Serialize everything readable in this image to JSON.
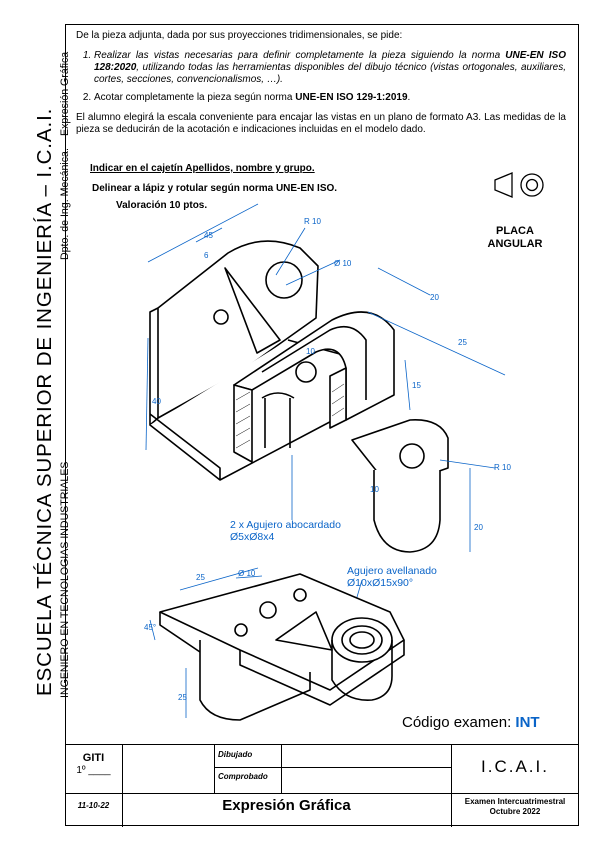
{
  "side": {
    "school": "ESCUELA TÉCNICA SUPERIOR DE INGENIERÍA – I.C.A.I.",
    "degree": "INGENIERO EN TECNOLOGIAS INDUSTRIALES",
    "department": "Dpto. de Ing. Mecánica.",
    "area": "Expresión Gráfica"
  },
  "statement": {
    "intro": "De la pieza adjunta, dada por sus proyecciones tridimensionales, se pide:",
    "task1_a": "Realizar las vistas necesarias para definir completamente la pieza siguiendo la norma ",
    "task1_norm": "UNE-EN ISO 128:2020",
    "task1_b": ", utilizando todas las herramientas disponibles del dibujo técnico (vistas ortogonales, auxiliares, cortes, secciones, convencionalismos, …).",
    "task2_a": "Acotar completamente la pieza según norma ",
    "task2_norm": "UNE-EN ISO 129-1:2019",
    "task2_b": ".",
    "note": "El alumno elegirá la escala conveniente para encajar las vistas en un plano de formato A3. Las medidas de la pieza se deducirán de la acotación e indicaciones incluidas en el modelo dado."
  },
  "instructions": {
    "line1": "Indicar en el cajetín Apellidos, nombre y grupo.",
    "line2": "Delinear a lápiz y rotular según norma UNE-EN ISO.",
    "line3": "Valoración 10 ptos."
  },
  "part_name_line1": "PLACA",
  "part_name_line2": "ANGULAR",
  "dims": {
    "d45": "45",
    "d6": "6",
    "r10_top": "R 10",
    "phi10_top": "Ø 10",
    "d20_top": "20",
    "d25_right": "25",
    "d10_mid": "10",
    "d40": "40",
    "d15": "15",
    "r10_right": "R 10",
    "d10_low": "10",
    "d20_low": "20",
    "d25_bottom": "25",
    "phi10_bottom": "Ø 10",
    "d45deg": "45°",
    "d25_left": "25"
  },
  "annotations": {
    "counterbore_l1": "2 x Agujero abocardado",
    "counterbore_l2": "Ø5xØ8x4",
    "countersink_l1": "Agujero avellanado",
    "countersink_l2": "Ø10xØ15x90°"
  },
  "exam_code_label": "Código examen: ",
  "exam_code_value": "INT",
  "title_block": {
    "degree": "GITI",
    "year": "1º ____",
    "drawn": "Dibujado",
    "checked": "Comprobado",
    "logo": "I.C.A.I.",
    "date": "11-10-22",
    "subject": "Expresión Gráfica",
    "exam_l1": "Examen Intercuatrimestral",
    "exam_l2": "Octubre 2022"
  },
  "colors": {
    "dimension_blue": "#0a64c8",
    "ink": "#000000"
  },
  "icons": [
    "first-angle-projection-symbol",
    "isometric-part-view-top",
    "isometric-part-view-bottom"
  ]
}
